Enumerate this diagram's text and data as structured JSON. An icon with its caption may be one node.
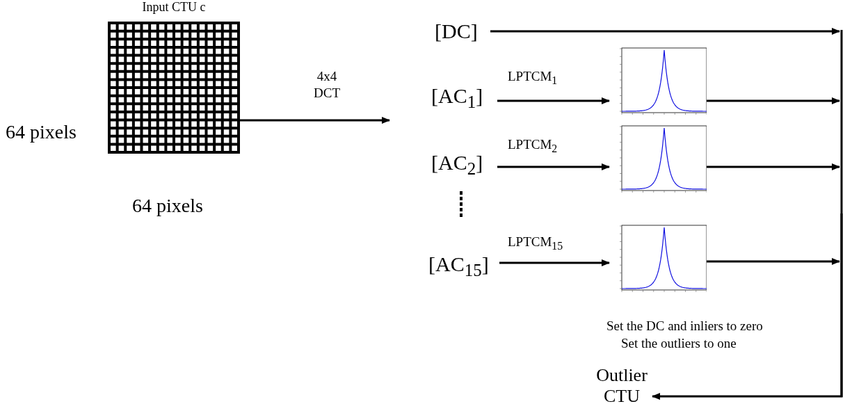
{
  "diagram": {
    "nodes": [
      {
        "text": [
          "Input CTU c"
        ],
        "beside": [
          "64 pixels",
          "64 pixels"
        ]
      },
      {
        "text": [
          "[DC]"
        ]
      },
      {
        "text": [
          "[AC$_{1}$]"
        ]
      },
      {
        "text": [
          "[AC$_{2}$]"
        ]
      },
      {
        "text": [
          "[AC$_{15}$]"
        ]
      },
      {
        "text": [],
        "shape": "picture"
      },
      {
        "text": [],
        "shape": "picture"
      },
      {
        "text": [],
        "shape": "picture"
      },
      {
        "text": [],
        "shape": "bar"
      },
      {
        "text": [
          "Outlier CTU"
        ]
      }
    ],
    "edges": [
      {
        "from": 0,
        "to": null,
        "arrow": "to",
        "label": "4x4 DCT"
      },
      {
        "from": 1,
        "to": 8,
        "arrow": "to"
      },
      {
        "from": 2,
        "to": 5,
        "arrow": "to",
        "label": "LPTCM$_{1}$"
      },
      {
        "from": 3,
        "to": 6,
        "arrow": "to",
        "label": "LPTCM$_{2}$"
      },
      {
        "from": 4,
        "to": 7,
        "arrow": "to",
        "label": "LPTCM$_{15}$"
      },
      {
        "from": 5,
        "to": 8,
        "arrow": "to"
      },
      {
        "from": 6,
        "to": 8,
        "arrow": "to"
      },
      {
        "from": 7,
        "to": 8,
        "arrow": "to"
      },
      {
        "from": 8,
        "to": 9,
        "arrow": "to"
      }
    ],
    "labels": [
      "Set the DC and inliers to zero",
      "Set the outliers to one"
    ]
  }
}
